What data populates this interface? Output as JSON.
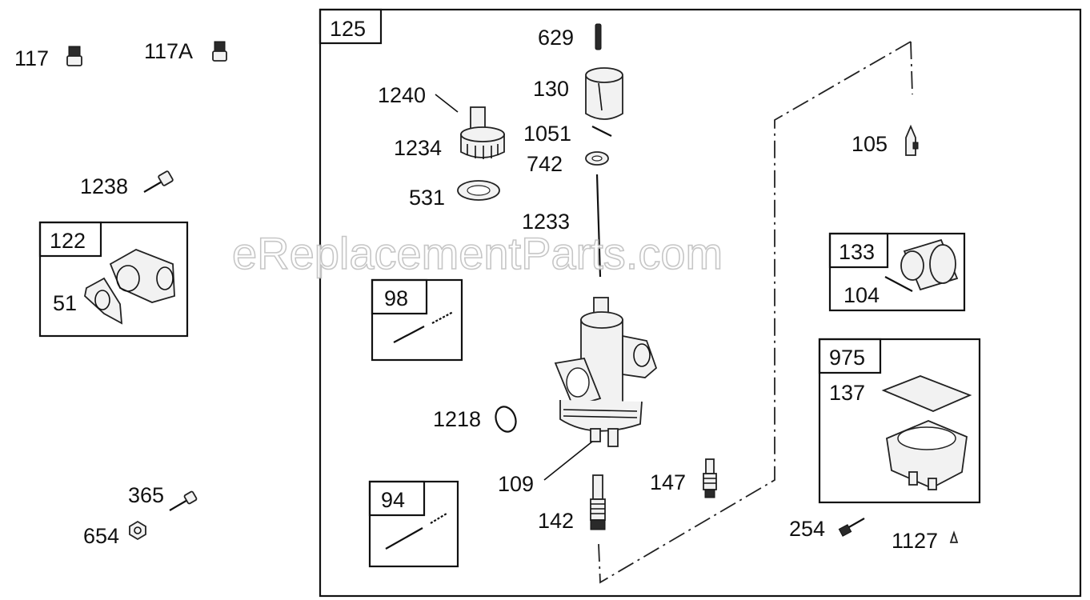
{
  "watermark": "eReplacementParts.com",
  "frames": {
    "main": "125",
    "intake": "122",
    "needle_98": "98",
    "needle_94": "94",
    "float_kit": "133",
    "bowl_kit": "975"
  },
  "labels": {
    "p117": "117",
    "p117A": "117A",
    "p1238": "1238",
    "p51": "51",
    "p365": "365",
    "p654": "654",
    "p629": "629",
    "p130": "130",
    "p1240": "1240",
    "p1051": "1051",
    "p1234": "1234",
    "p742": "742",
    "p531": "531",
    "p1233": "1233",
    "p1218": "1218",
    "p109": "109",
    "p142": "142",
    "p147": "147",
    "p105": "105",
    "p104": "104",
    "p137": "137",
    "p254": "254",
    "p1127": "1127"
  }
}
